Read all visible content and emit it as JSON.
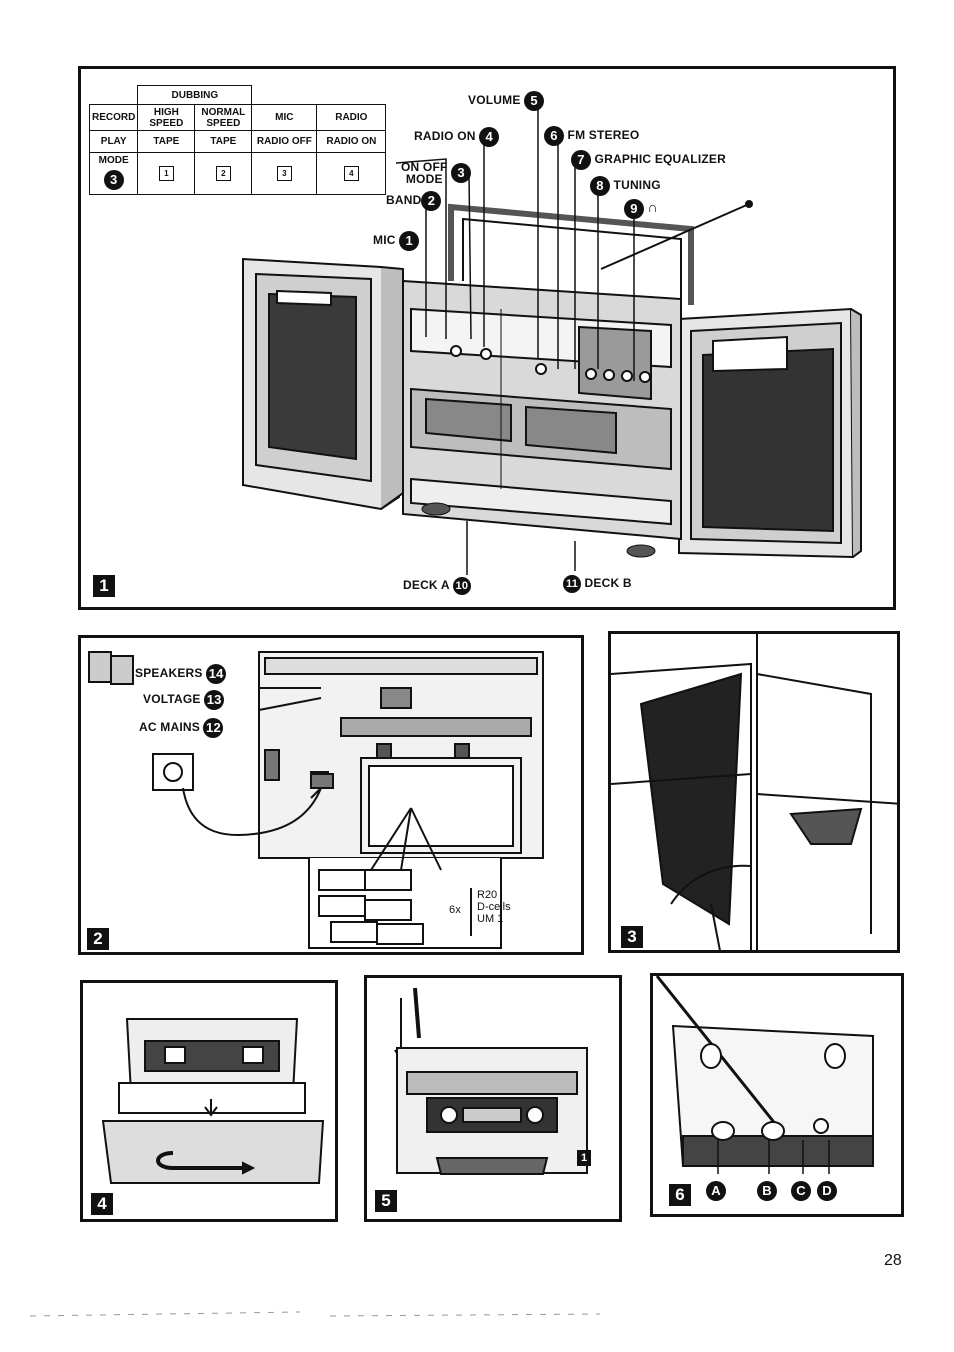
{
  "page_number": "28",
  "figure1": {
    "number": "1",
    "mode_table": {
      "dubbing_header": "DUBBING",
      "row1": [
        "RECORD",
        "HIGH SPEED",
        "NORMAL SPEED",
        "MIC",
        "RADIO"
      ],
      "row2": [
        "PLAY",
        "TAPE",
        "TAPE",
        "RADIO OFF",
        "RADIO ON"
      ],
      "mode_label": "MODE",
      "mode_badge": "3",
      "buttons": [
        "1",
        "2",
        "3",
        "4"
      ]
    },
    "labels": {
      "volume": "VOLUME",
      "volume_n": "5",
      "radio_on": "RADIO ON",
      "radio_on_n": "4",
      "fm_stereo": "FM STEREO",
      "fm_stereo_n": "6",
      "graphic_eq": "GRAPHIC EQUALIZER",
      "graphic_eq_n": "7",
      "on_off": "ON OFF",
      "mode": "MODE",
      "mode_n": "3",
      "tuning": "TUNING",
      "tuning_n": "8",
      "band": "BAND",
      "band_n": "2",
      "headphones_n": "9",
      "mic": "MIC",
      "mic_n": "1",
      "deck_a": "DECK A",
      "deck_a_n": "10",
      "deck_b": "DECK B",
      "deck_b_n": "11"
    }
  },
  "figure2": {
    "number": "2",
    "speakers": "SPEAKERS",
    "speakers_n": "14",
    "voltage": "VOLTAGE",
    "voltage_n": "13",
    "ac_mains": "AC MAINS",
    "ac_mains_n": "12",
    "battery_qty": "6x",
    "battery_types": [
      "R20",
      "D-cells",
      "UM 1"
    ]
  },
  "figure3": {
    "number": "3"
  },
  "figure4": {
    "number": "4"
  },
  "figure5": {
    "number": "5",
    "tape_side": "1"
  },
  "figure6": {
    "number": "6",
    "markers": [
      "A",
      "B",
      "C",
      "D"
    ]
  }
}
